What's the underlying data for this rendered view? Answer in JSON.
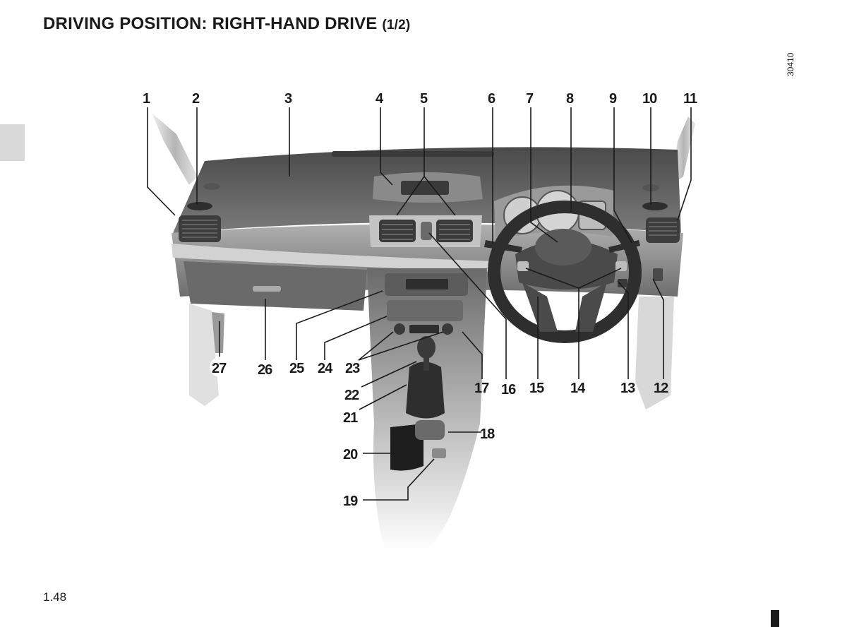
{
  "page": {
    "title": "DRIVING POSITION: RIGHT-HAND DRIVE",
    "title_part": "(1/2)",
    "image_code": "30410",
    "page_number": "1.48"
  },
  "callouts": {
    "c1": "1",
    "c2": "2",
    "c3": "3",
    "c4": "4",
    "c5": "5",
    "c6": "6",
    "c7": "7",
    "c8": "8",
    "c9": "9",
    "c10": "10",
    "c11": "11",
    "c12": "12",
    "c13": "13",
    "c14": "14",
    "c15": "15",
    "c16": "16",
    "c17": "17",
    "c18": "18",
    "c19": "19",
    "c20": "20",
    "c21": "21",
    "c22": "22",
    "c23": "23",
    "c24": "24",
    "c25": "25",
    "c26": "26",
    "c27": "27"
  },
  "colors": {
    "dashboard_dark": "#5a5a5a",
    "dashboard_mid": "#8c8c8c",
    "dashboard_light": "#c8c8c8",
    "side_tab": "#d9d9d9"
  }
}
